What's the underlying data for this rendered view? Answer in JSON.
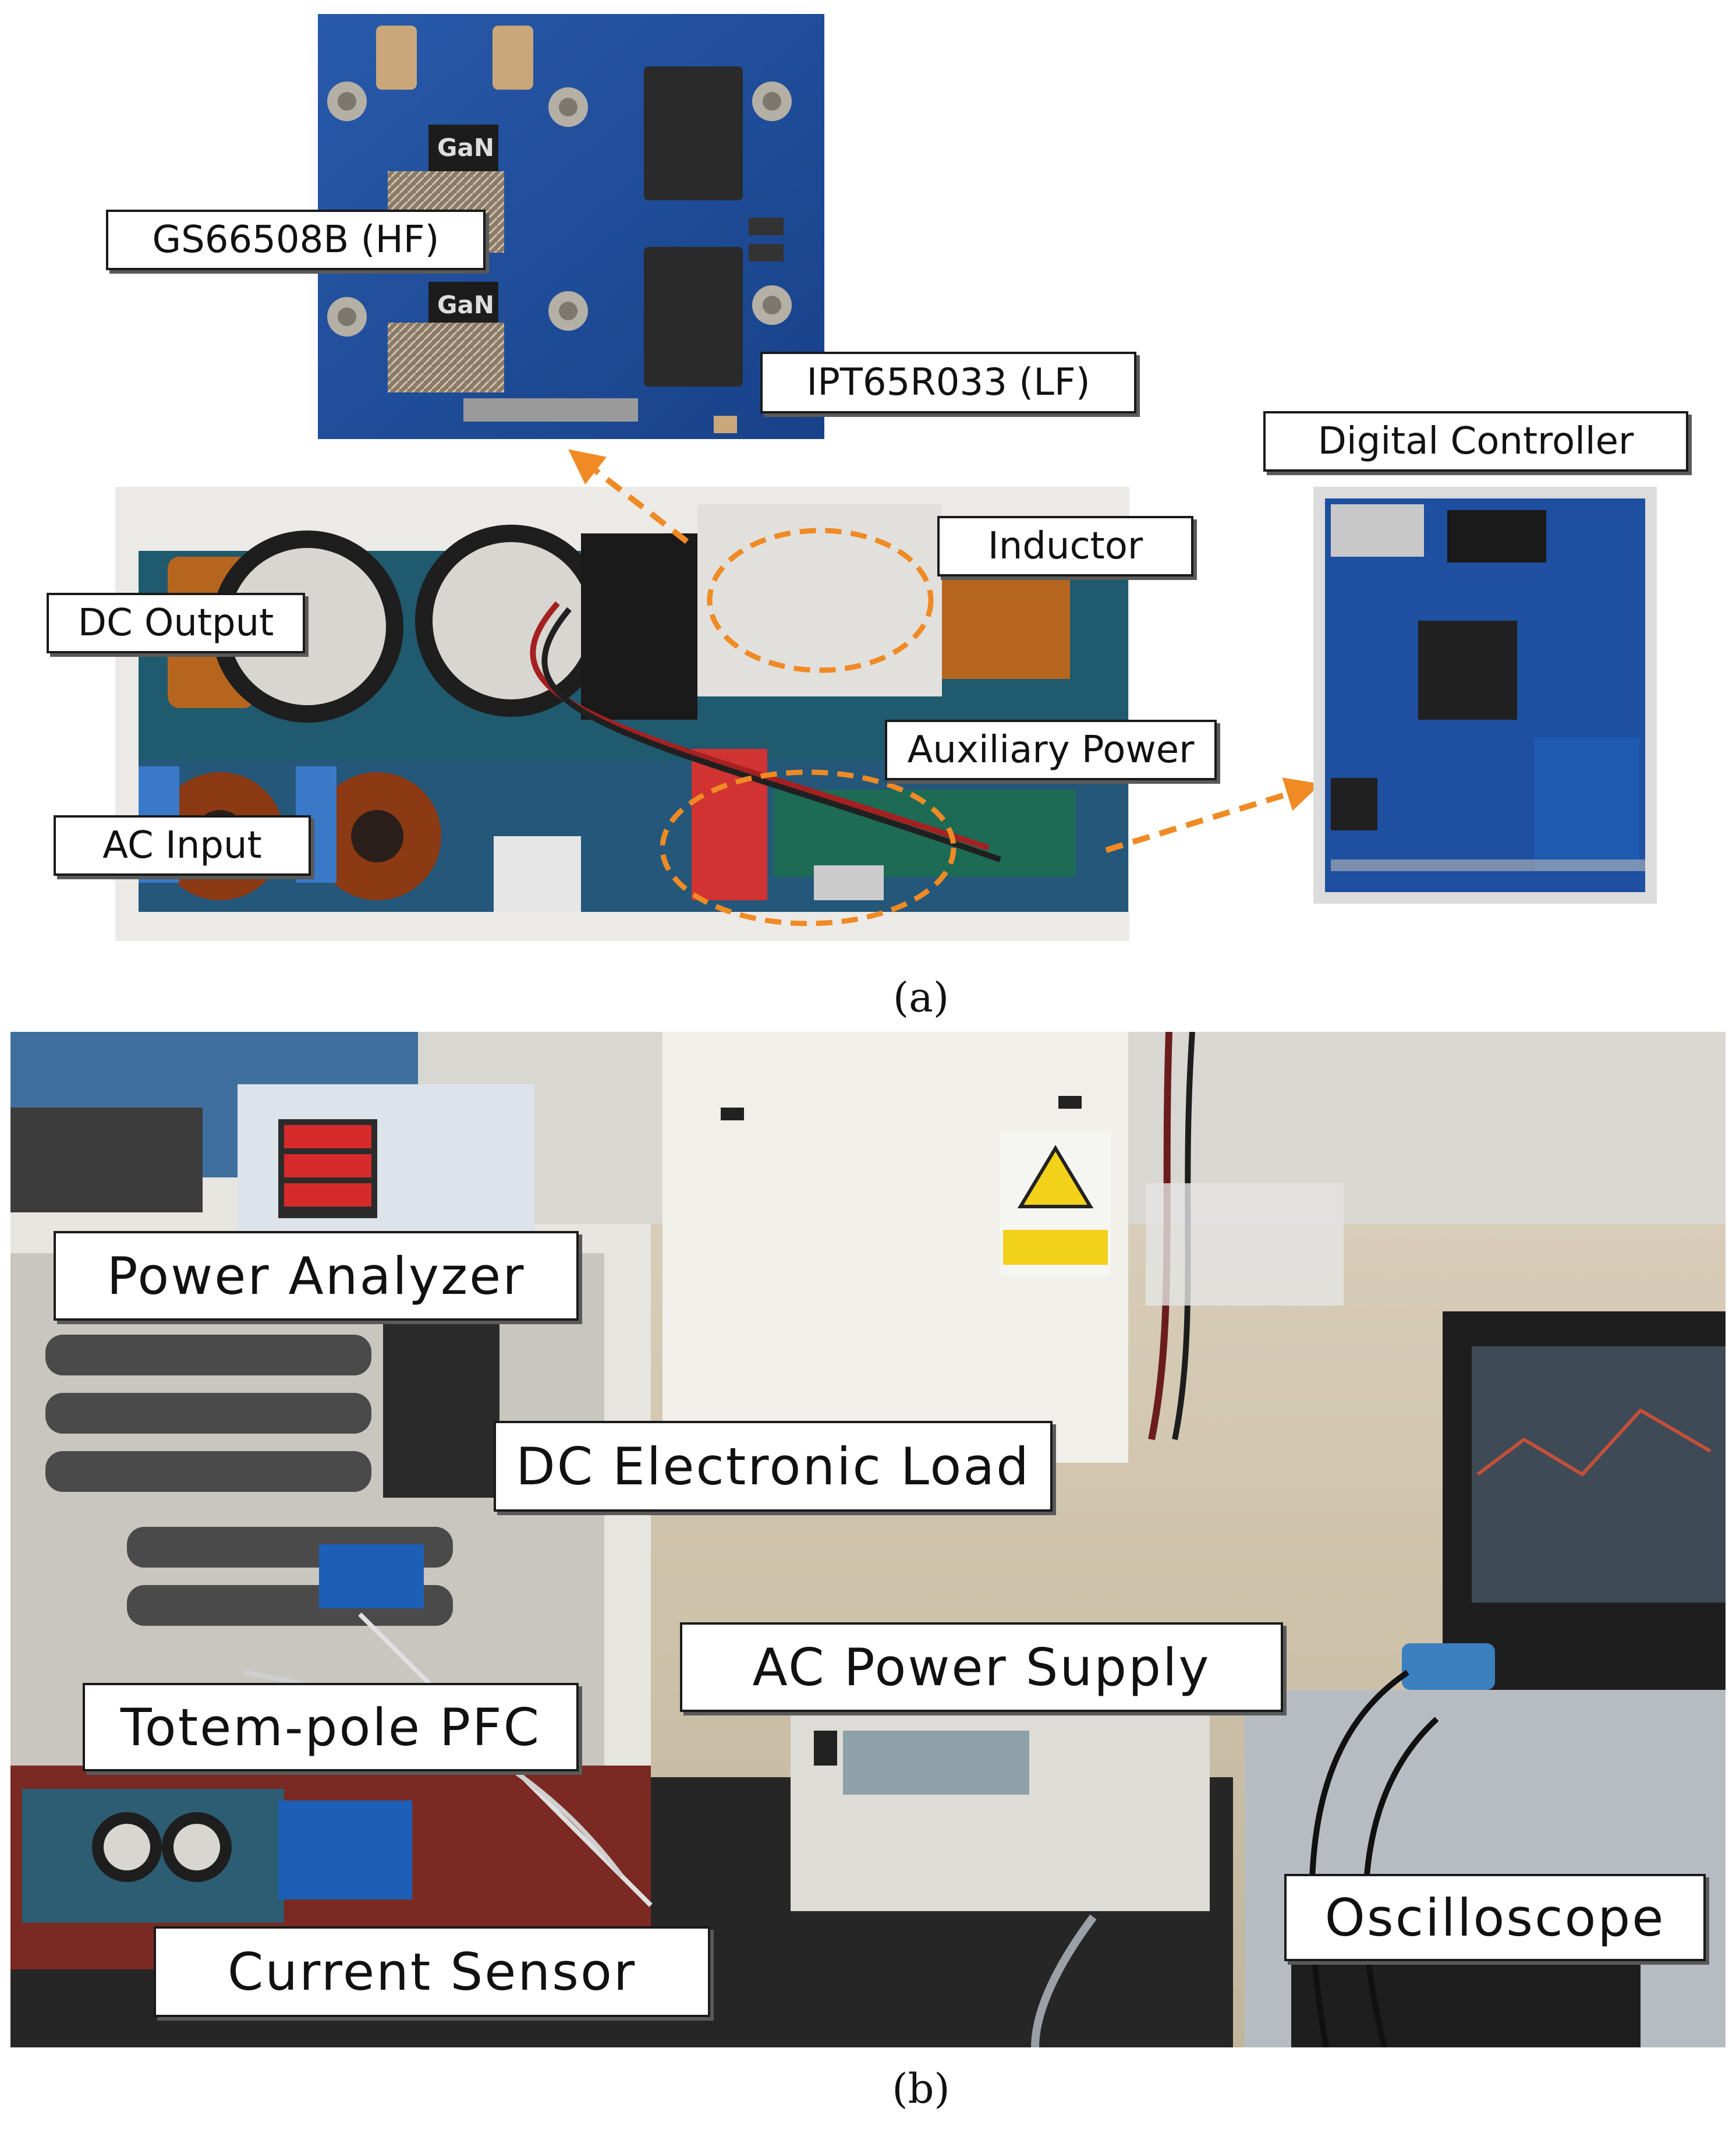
{
  "figure": {
    "caption_a": "(a)",
    "caption_b": "(b)"
  },
  "panel_a": {
    "labels": {
      "gs66508b": "GS66508B (HF)",
      "ipt65r033": "IPT65R033 (LF)",
      "digital_controller": "Digital Controller",
      "inductor": "Inductor",
      "dc_output": "DC Output",
      "auxiliary_power": "Auxiliary Power",
      "ac_input": "AC Input"
    },
    "board_marking": "GaN",
    "arrow_color": "#f08a24"
  },
  "panel_b": {
    "labels": {
      "power_analyzer": "Power Analyzer",
      "dc_electronic_load": "DC Electronic Load",
      "ac_power_supply": "AC Power Supply",
      "totem_pole_pfc": "Totem-pole PFC",
      "current_sensor": "Current Sensor",
      "oscilloscope": "Oscilloscope"
    }
  },
  "colors": {
    "pcb_blue": "#1f4e9c",
    "label_border": "#1a1a1a",
    "warning_yellow": "#f2d11a"
  }
}
